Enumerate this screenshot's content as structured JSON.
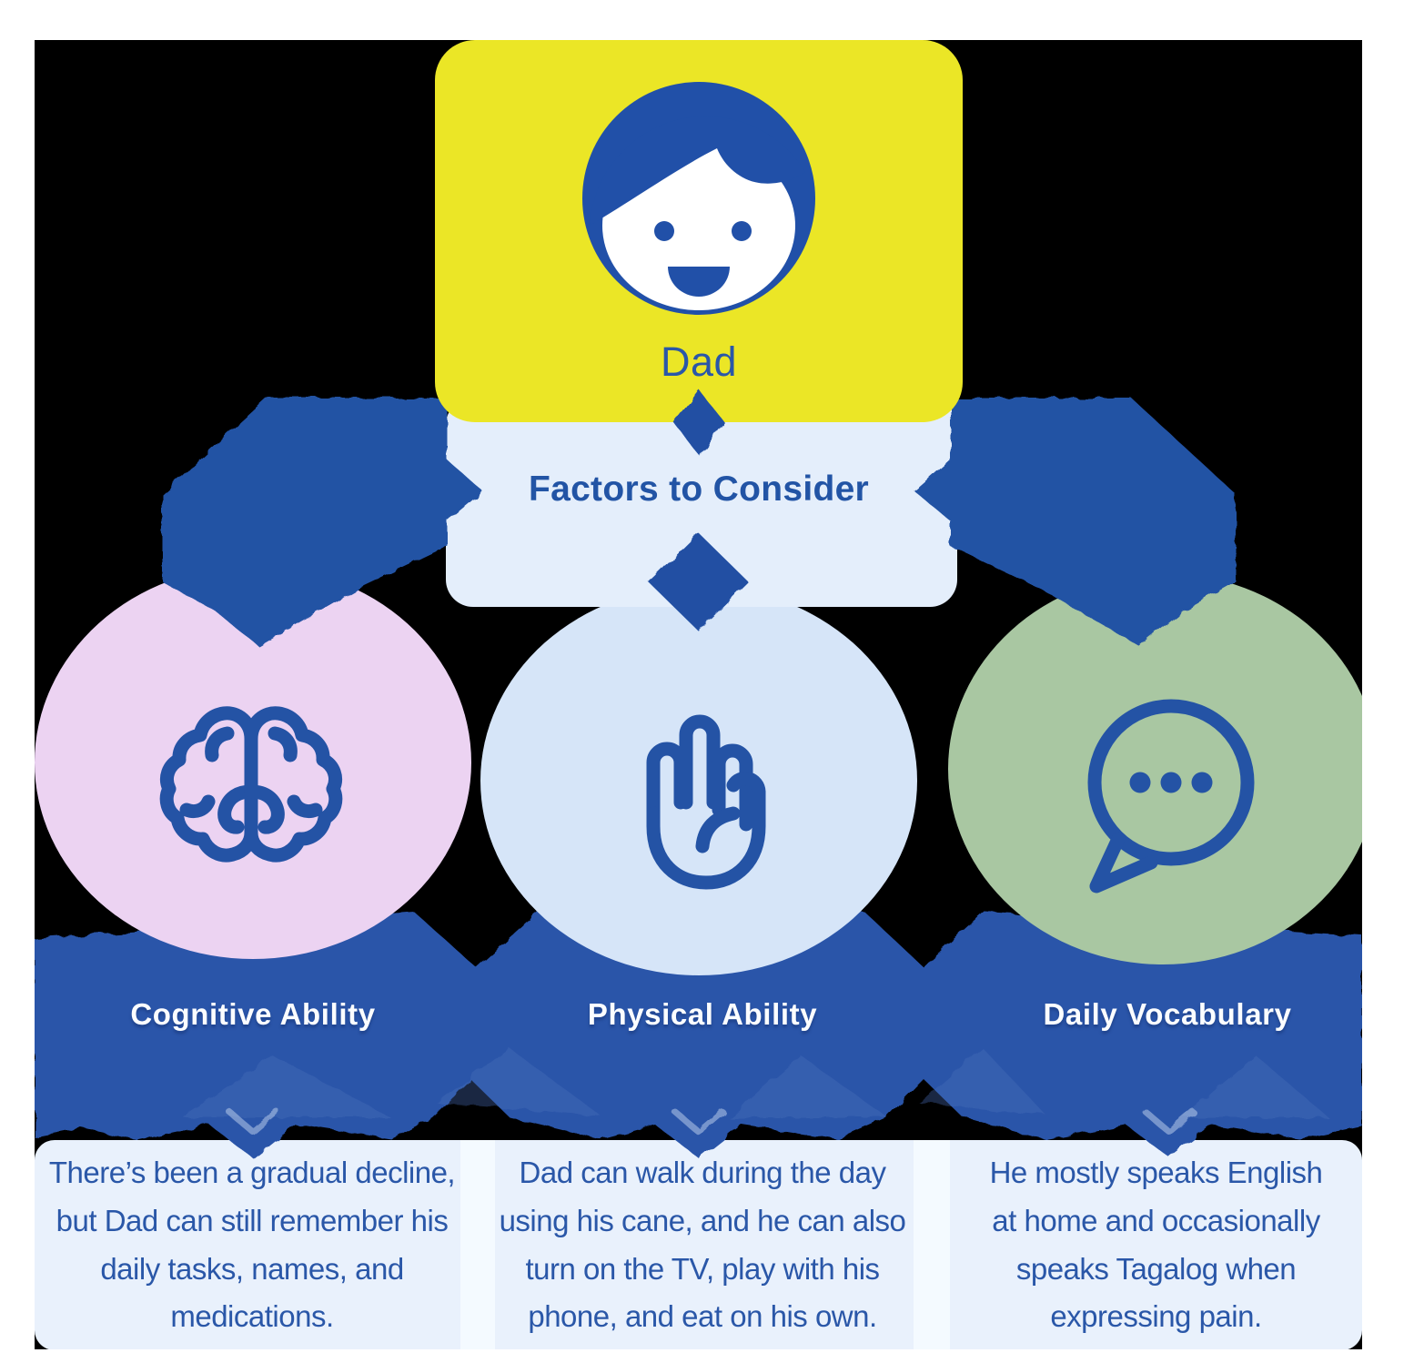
{
  "diagram": {
    "root": {
      "label": "Dad",
      "icon": "person-face"
    },
    "hub": {
      "title": "Factors to Consider"
    },
    "factors": [
      {
        "label": "Cognitive Ability",
        "icon": "brain",
        "circle_color": "#ECD3F2",
        "description": "There’s been a gradual decline, but Dad can still remember his daily tasks, names, and medications."
      },
      {
        "label": "Physical Ability",
        "icon": "hand-palm",
        "circle_color": "#D6E5F8",
        "description": "Dad can walk during the day using his cane, and he can also turn on the TV, play with his phone, and eat on his own."
      },
      {
        "label": "Daily Vocabulary",
        "icon": "speech-bubble",
        "circle_color": "#A9C7A2",
        "description": "He mostly speaks English at home and occasionally speaks Tagalog when expressing pain."
      }
    ],
    "colors": {
      "accent_blue": "#2453A5",
      "banner_blue": "#2B55A9",
      "root_yellow": "#EBE626",
      "hub_bg": "#E4EEFB",
      "description_bg": "#E9F1FC",
      "canvas_bg": "#000000"
    }
  }
}
